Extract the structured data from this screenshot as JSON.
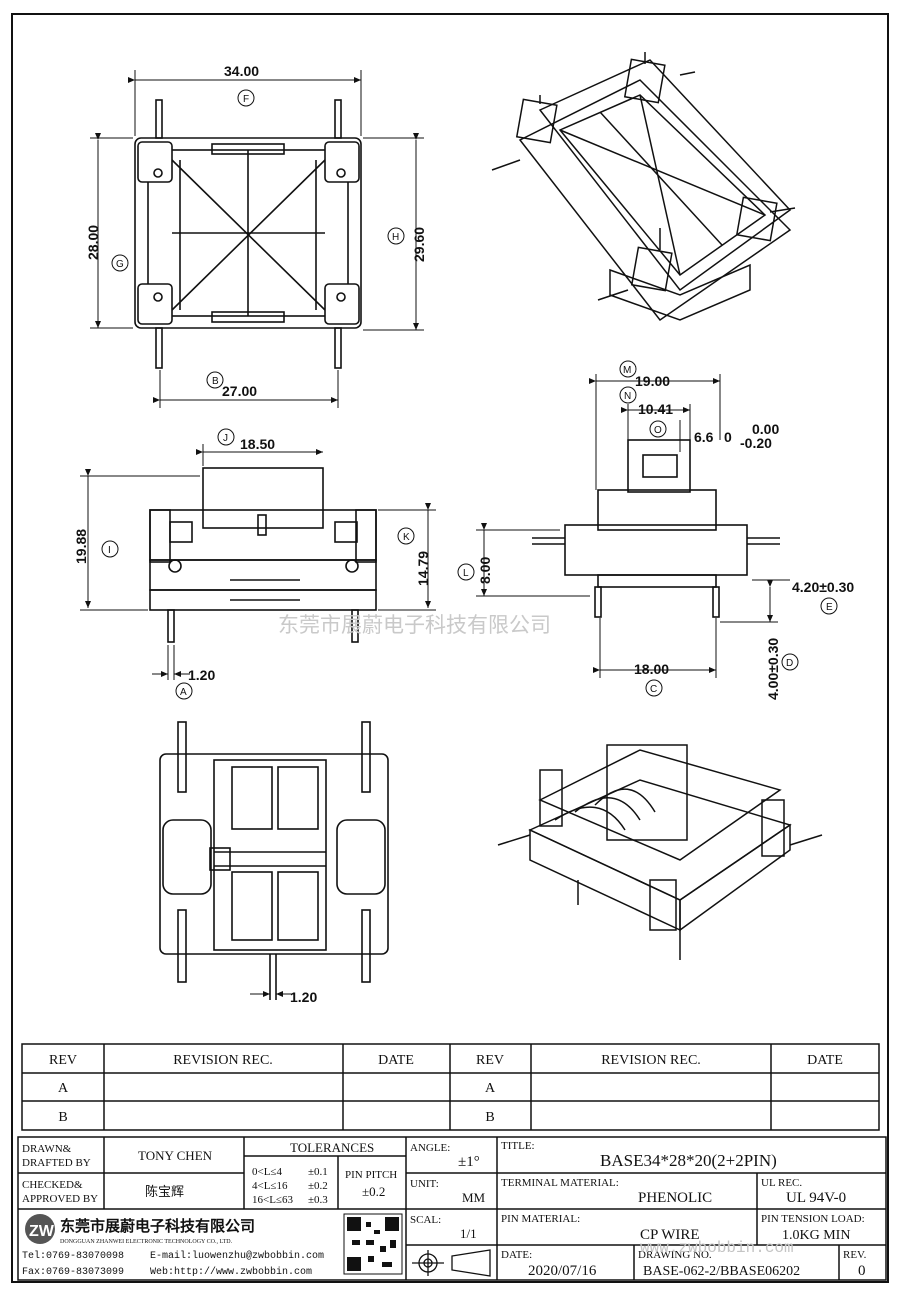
{
  "drawing": {
    "top_view": {
      "width": "34.00",
      "depth": "28.00",
      "depth_outer": "29.60",
      "pin_span": "27.00",
      "labels": {
        "F": "F",
        "G": "G",
        "H": "H",
        "B": "B"
      }
    },
    "side_view": {
      "offset": "18.50",
      "height": "19.88",
      "body": "14.79",
      "pin": "1.20",
      "labels": {
        "J": "J",
        "I": "I",
        "K": "K",
        "A": "A"
      }
    },
    "front_view": {
      "width": "19.00",
      "inner": "10.41",
      "slot": "6.6",
      "tol_zero": "0",
      "tol_up": "0.00",
      "tol_down": "-0.20",
      "height": "8.00",
      "pin_len": "4.20±0.30",
      "pin_dep": "4.00±0.30",
      "base": "18.00",
      "labels": {
        "M": "M",
        "N": "N",
        "O": "O",
        "L": "L",
        "E": "E",
        "D": "D",
        "C": "C"
      }
    },
    "bottom_view": {
      "pin": "1.20"
    }
  },
  "watermark": {
    "company": "东莞市展蔚电子科技有限公司",
    "url": "www.zwbobbin.com"
  },
  "revision_table": {
    "headers": [
      "REV",
      "REVISION REC.",
      "DATE",
      "REV",
      "REVISION REC.",
      "DATE"
    ],
    "rows": [
      [
        "A",
        "",
        "",
        "A",
        "",
        ""
      ],
      [
        "B",
        "",
        "",
        "B",
        "",
        ""
      ]
    ]
  },
  "title_block": {
    "drawn_label": "DRAWN&",
    "drafted_label": "DRAFTED BY",
    "drawn_value": "TONY CHEN",
    "checked_label": "CHECKED&",
    "approved_label": "APPROVED BY",
    "checked_value": "陈宝辉",
    "tolerances_label": "TOLERANCES",
    "tol_rows": [
      [
        "0<L≤4",
        "±0.1"
      ],
      [
        "4<L≤16",
        "±0.2"
      ],
      [
        "16<L≤63",
        "±0.3"
      ]
    ],
    "pin_pitch_label": "PIN PITCH",
    "pin_pitch_value": "±0.2",
    "angle_label": "ANGLE:",
    "angle_value": "±1°",
    "unit_label": "UNIT:",
    "unit_value": "MM",
    "scale_label": "SCAL:",
    "scale_value": "1/1",
    "title_label": "TITLE:",
    "title_value": "BASE34*28*20(2+2PIN)",
    "terminal_label": "TERMINAL MATERIAL:",
    "terminal_value": "PHENOLIC",
    "ul_label": "UL REC.",
    "ul_value": "UL 94V-0",
    "pin_material_label": "PIN MATERIAL:",
    "pin_material_value": "CP WIRE",
    "tension_label": "PIN TENSION LOAD:",
    "tension_value": "1.0KG MIN",
    "date_label": "DATE:",
    "date_value": "2020/07/16",
    "drawing_no_label": "DRAWING NO.",
    "drawing_no_value": "BASE-062-2/BBASE06202",
    "rev_label": "REV.",
    "rev_value": "0",
    "company_cn": "东莞市展蔚电子科技有限公司",
    "company_en": "DONGGUAN ZHANWEI ELECTRONIC TECHNOLOGY CO., LTD.",
    "tel": "Tel:0769-83070098",
    "email": "E-mail:luowenzhu@zwbobbin.com",
    "fax": "Fax:0769-83073099",
    "web": "Web:http://www.zwbobbin.com"
  }
}
